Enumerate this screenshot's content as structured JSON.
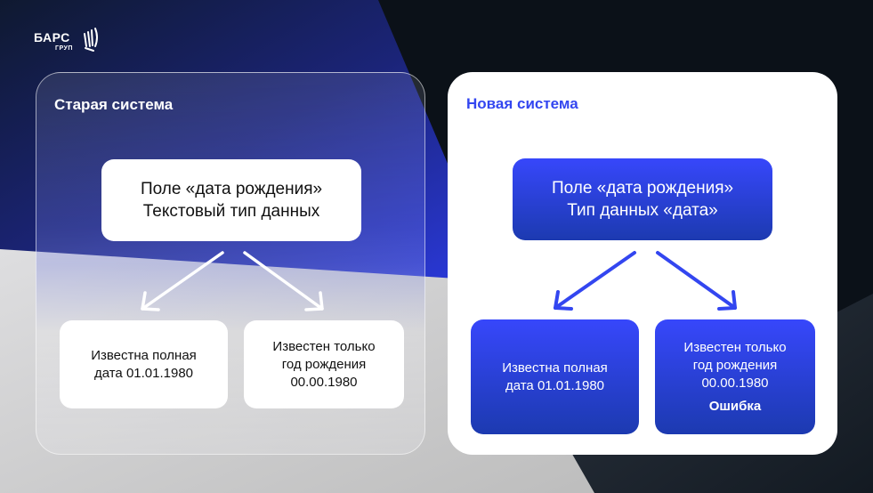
{
  "logo": {
    "word": "БАРС",
    "sub": "ГРУП"
  },
  "colors": {
    "background_dark": "#0b1118",
    "accent_blue": "#3346f0",
    "box_blue_top": "#3747fb",
    "box_blue_bottom": "#1c3ab0",
    "light_grey": "#d9d9db"
  },
  "old_system": {
    "title": "Старая система",
    "root": {
      "line1": "Поле «дата рождения»",
      "line2": "Текстовый тип данных"
    },
    "leaves": [
      {
        "line1": "Известна полная",
        "line2": "дата 01.01.1980"
      },
      {
        "line1": "Известен только",
        "line2": "год рождения",
        "line3": "00.00.1980"
      }
    ]
  },
  "new_system": {
    "title": "Новая система",
    "root": {
      "line1": "Поле «дата рождения»",
      "line2": "Тип данных «дата»"
    },
    "leaves": [
      {
        "line1": "Известна полная",
        "line2": "дата 01.01.1980"
      },
      {
        "line1": "Известен только",
        "line2": "год рождения",
        "line3": "00.00.1980",
        "status": "Ошибка"
      }
    ]
  }
}
